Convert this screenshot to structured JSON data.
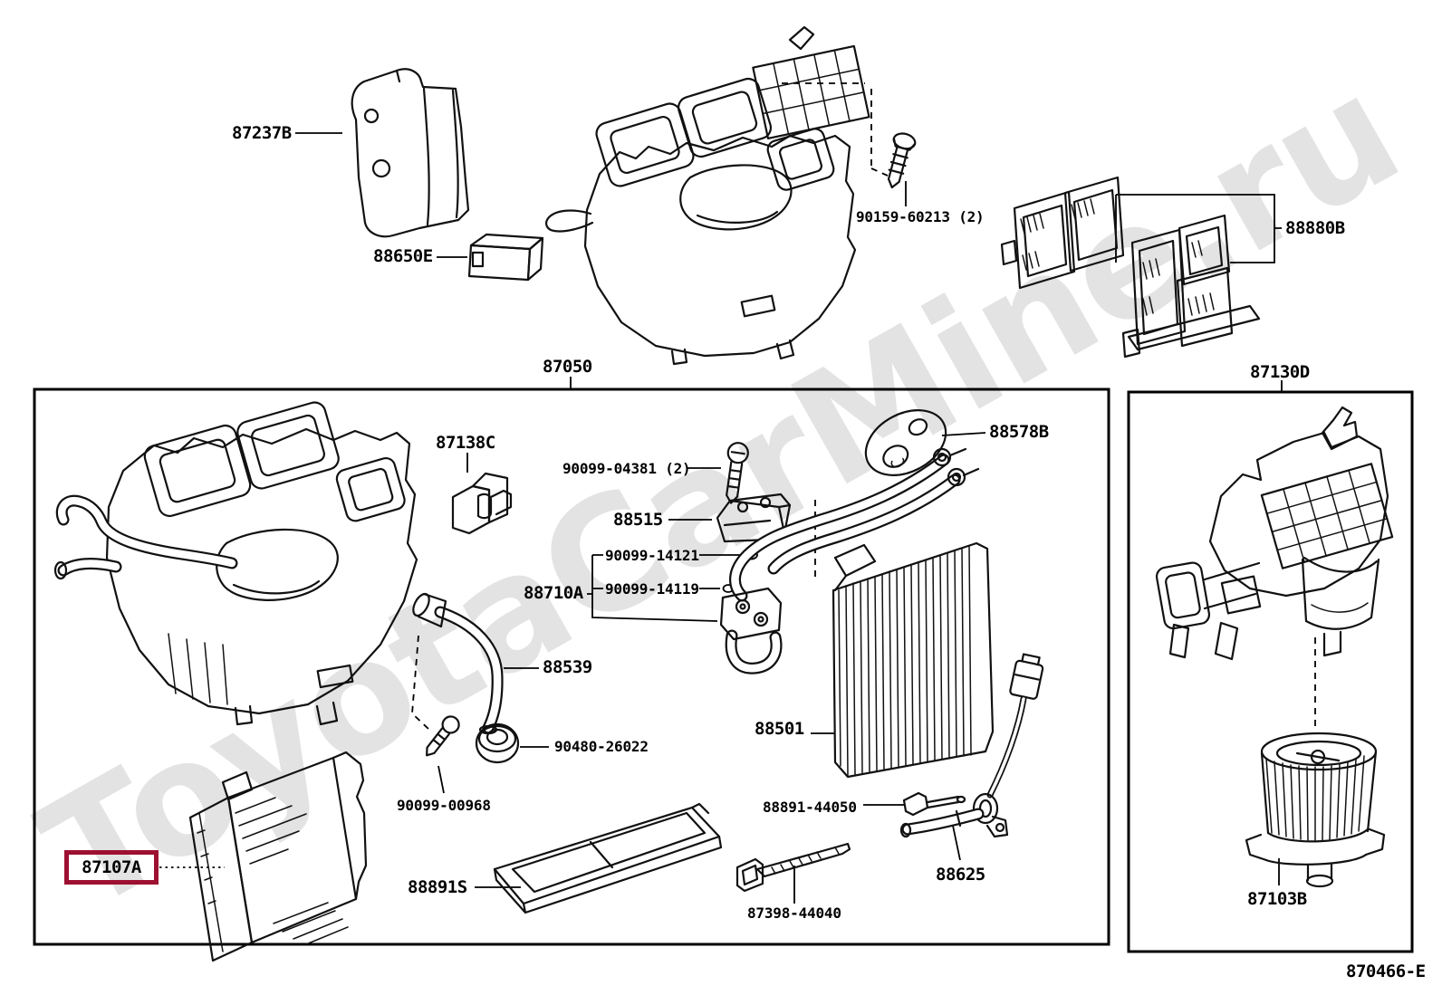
{
  "watermark": "ToyotaCarMine.ru",
  "doc_code": "870466-E",
  "highlight_color": "#9e1031",
  "labels": {
    "cover": "87237B",
    "amplifier": "88650E",
    "screw_top": "90159-60213 (2)",
    "filters": "88880B",
    "heater_unit": "87050",
    "blower_unit": "87130D",
    "clip": "87138C",
    "screw_mid": "90099-04381 (2)",
    "servo": "88515",
    "plate": "88578B",
    "oring1": "90099-14121",
    "pipes": "88710A",
    "oring2": "90099-14119",
    "hose": "88539",
    "grommet": "90480-26022",
    "screw_low": "90099-00968",
    "evaporator": "88501",
    "thermistor": "88891-44050",
    "heater_core": "87107A",
    "tray": "88891S",
    "tie": "87398-44040",
    "tube": "88625",
    "motor": "87103B"
  }
}
